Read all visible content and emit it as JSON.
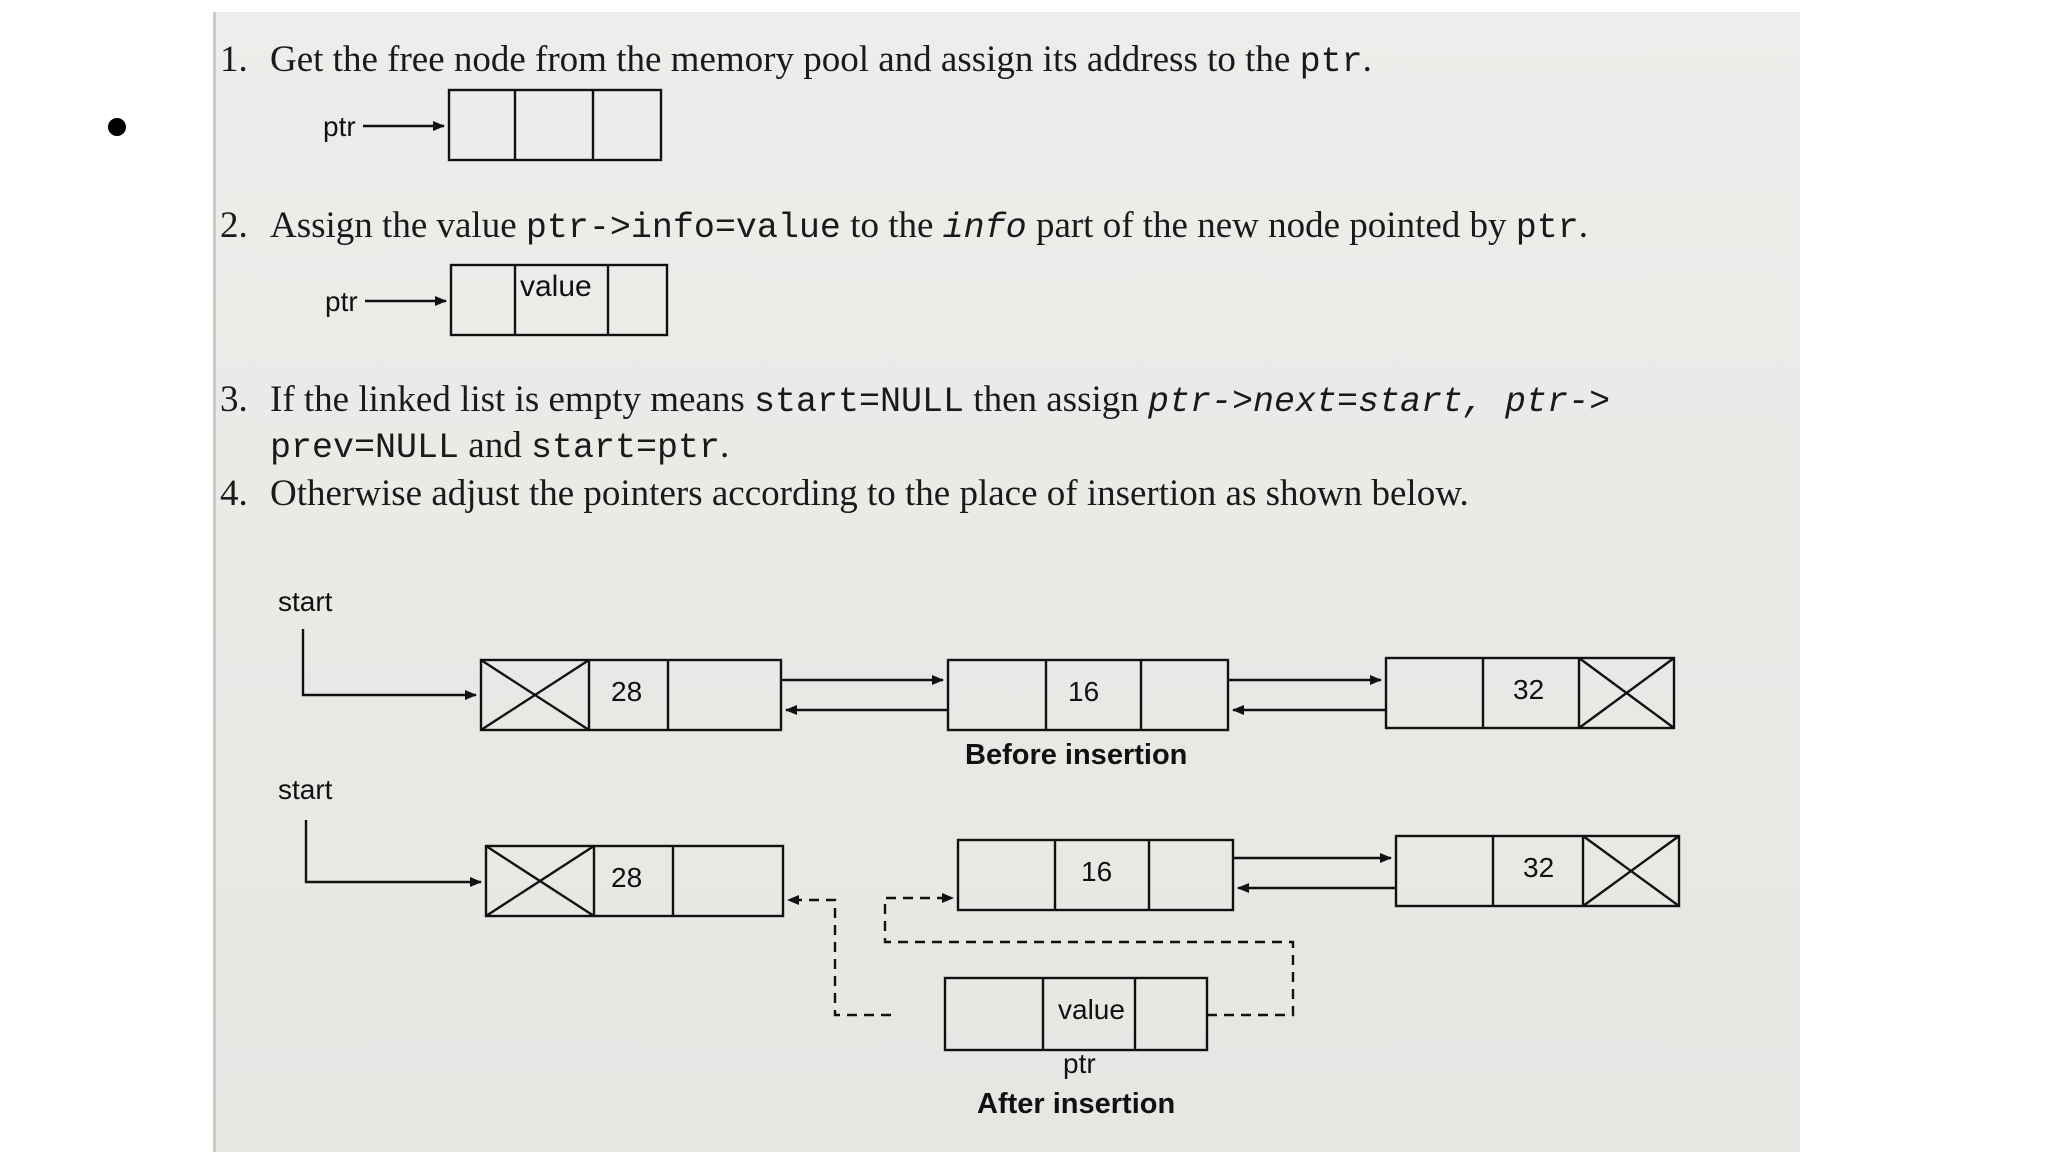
{
  "steps": [
    {
      "num": "1.",
      "before": "Get the free node from the memory pool and assign its address to the ",
      "code": "ptr",
      "after": "."
    },
    {
      "num": "2.",
      "before": "Assign the value ",
      "code1": "ptr->info=value",
      "middle1": " to the ",
      "code2": "info",
      "middle2": " part of the new node pointed by ",
      "code3": "ptr",
      "after": "."
    },
    {
      "num": "3.",
      "before": "If the linked list is empty means ",
      "code1": "start=NULL",
      "middle1": " then assign ",
      "code2": "ptr->next=start, ptr->",
      "code3": "prev=NULL",
      "middle2": " and ",
      "code4": "start=ptr",
      "after": "."
    },
    {
      "num": "4.",
      "text": "Otherwise adjust the pointers according to the place of insertion as shown below."
    }
  ],
  "diagram": {
    "ptr_label": "ptr",
    "value_label": "value",
    "start_label": "start",
    "node_values": [
      "28",
      "16",
      "32"
    ],
    "before_caption": "Before insertion",
    "after_caption": "After insertion"
  }
}
